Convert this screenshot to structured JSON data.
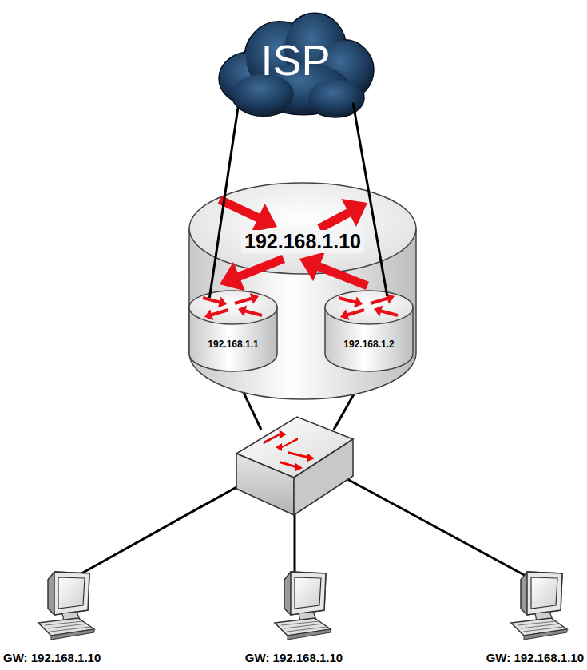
{
  "diagram": {
    "nodes": [
      {
        "text": [
          "ISP"
        ]
      },
      {
        "text": [
          "192.168.1.10"
        ]
      },
      {
        "text": [
          "192.168.1.1"
        ],
        "in": 1
      },
      {
        "text": [
          "192.168.1.2"
        ],
        "in": 1
      }
    ],
    "edges": [
      {
        "from": 0,
        "to": 2,
        "arrow": "none"
      },
      {
        "from": 0,
        "to": 3,
        "arrow": "none"
      }
    ],
    "labels": [
      "GW: 192.168.1.10",
      "GW: 192.168.1.10",
      "GW: 192.168.1.10"
    ]
  }
}
